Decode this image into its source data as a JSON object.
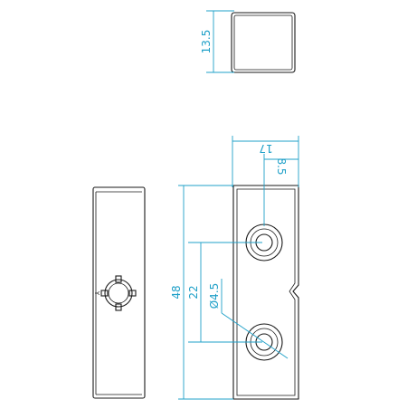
{
  "dimensions": {
    "height_top": "13.5",
    "width_overall": "17",
    "offset_half": "8.5",
    "length_overall": "48",
    "hole_spacing": "22",
    "hole_diameter": "Ø4.5"
  },
  "side_view_mark": "Y",
  "colors": {
    "outline": "#1a1a1a",
    "dimension": "#1fa0c8",
    "background": "#ffffff"
  }
}
